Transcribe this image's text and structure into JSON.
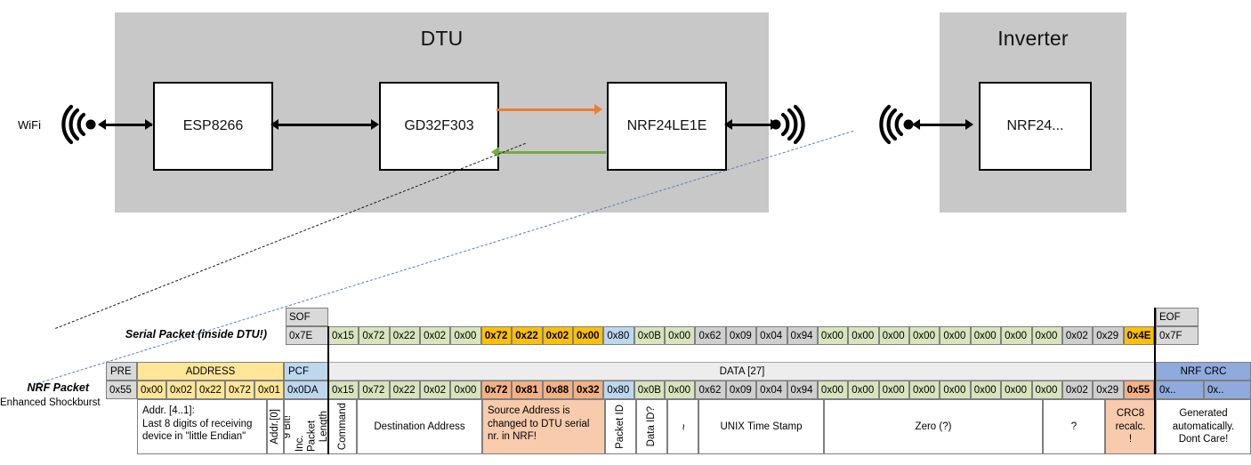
{
  "diagram": {
    "dtu": {
      "title": "DTU",
      "chips": [
        "ESP8266",
        "GD32F303",
        "NRF24LE1E"
      ]
    },
    "inverter": {
      "title": "Inverter",
      "chips": [
        "NRF24..."
      ]
    },
    "wifi_label": "WiFi",
    "colors": {
      "enclosure": "#c8c8c8",
      "orange_arrow": "#ED7D31",
      "green_arrow": "#70AD47",
      "black_arrow": "#000000",
      "blue_dashed": "#5B7FB9"
    }
  },
  "serial_packet": {
    "label": "Serial Packet (inside DTU!)",
    "header": {
      "sof": "SOF",
      "eof": "EOF"
    },
    "sof_value": "0x7E",
    "eof_value": "0x7F",
    "bytes": [
      {
        "v": "0x15",
        "c": "green"
      },
      {
        "v": "0x72",
        "c": "green"
      },
      {
        "v": "0x22",
        "c": "green"
      },
      {
        "v": "0x02",
        "c": "green"
      },
      {
        "v": "0x00",
        "c": "green"
      },
      {
        "v": "0x72",
        "c": "yellow",
        "b": true
      },
      {
        "v": "0x22",
        "c": "yellow",
        "b": true
      },
      {
        "v": "0x02",
        "c": "yellow",
        "b": true
      },
      {
        "v": "0x00",
        "c": "yellow",
        "b": true
      },
      {
        "v": "0x80",
        "c": "blue"
      },
      {
        "v": "0x0B",
        "c": "green"
      },
      {
        "v": "0x00",
        "c": "green"
      },
      {
        "v": "0x62",
        "c": "gray"
      },
      {
        "v": "0x09",
        "c": "gray"
      },
      {
        "v": "0x04",
        "c": "gray"
      },
      {
        "v": "0x94",
        "c": "gray"
      },
      {
        "v": "0x00",
        "c": "green"
      },
      {
        "v": "0x00",
        "c": "green"
      },
      {
        "v": "0x00",
        "c": "green"
      },
      {
        "v": "0x00",
        "c": "green"
      },
      {
        "v": "0x00",
        "c": "green"
      },
      {
        "v": "0x00",
        "c": "green"
      },
      {
        "v": "0x00",
        "c": "green"
      },
      {
        "v": "0x00",
        "c": "green"
      },
      {
        "v": "0x02",
        "c": "gray"
      },
      {
        "v": "0x29",
        "c": "gray"
      },
      {
        "v": "0x4E",
        "c": "yellow",
        "b": true
      }
    ]
  },
  "nrf_packet": {
    "label": "NRF Packet",
    "sublabel": "Enhanced Shockburst",
    "groups": {
      "pre": "PRE",
      "address": "ADDRESS",
      "pcf": "PCF",
      "data": "DATA [27]",
      "nrf_crc": "NRF CRC"
    },
    "pre_value": "0x55",
    "address_values": [
      "0x00",
      "0x02",
      "0x22",
      "0x72",
      "0x01"
    ],
    "pcf_value": "0x0DA",
    "crc_values": [
      "0x..",
      "0x.."
    ],
    "bytes": [
      {
        "v": "0x15",
        "c": "green"
      },
      {
        "v": "0x72",
        "c": "green"
      },
      {
        "v": "0x22",
        "c": "green"
      },
      {
        "v": "0x02",
        "c": "green"
      },
      {
        "v": "0x00",
        "c": "green"
      },
      {
        "v": "0x72",
        "c": "salmon",
        "b": true
      },
      {
        "v": "0x81",
        "c": "salmon",
        "b": true
      },
      {
        "v": "0x88",
        "c": "salmon",
        "b": true
      },
      {
        "v": "0x32",
        "c": "salmon",
        "b": true
      },
      {
        "v": "0x80",
        "c": "blue"
      },
      {
        "v": "0x0B",
        "c": "green"
      },
      {
        "v": "0x00",
        "c": "green"
      },
      {
        "v": "0x62",
        "c": "gray"
      },
      {
        "v": "0x09",
        "c": "gray"
      },
      {
        "v": "0x04",
        "c": "gray"
      },
      {
        "v": "0x94",
        "c": "gray"
      },
      {
        "v": "0x00",
        "c": "green"
      },
      {
        "v": "0x00",
        "c": "green"
      },
      {
        "v": "0x00",
        "c": "green"
      },
      {
        "v": "0x00",
        "c": "green"
      },
      {
        "v": "0x00",
        "c": "green"
      },
      {
        "v": "0x00",
        "c": "green"
      },
      {
        "v": "0x00",
        "c": "green"
      },
      {
        "v": "0x00",
        "c": "green"
      },
      {
        "v": "0x02",
        "c": "gray"
      },
      {
        "v": "0x29",
        "c": "gray"
      },
      {
        "v": "0x55",
        "c": "salmon",
        "b": true
      }
    ]
  },
  "descriptions": {
    "address": "Addr. [4..1]:\nLast 8 digits of receiving device in \"little Endian\"",
    "address_l1": "Addr. [4..1]:",
    "address_l2": "Last 8 digits of receiving",
    "address_l3": "device in \"little Endian\"",
    "addr0": "Addr.[0]",
    "pcf_l1": "9 Bit!",
    "pcf_l2": "Inc. Packet",
    "pcf_l3": "Length",
    "command": "Command",
    "destination_address": "Destination Address",
    "source_address_l1": "Source Address is",
    "source_address_l2": "changed to DTU serial",
    "source_address_l3": "nr. in NRF!",
    "packet_id": "Packet ID",
    "data_id": "Data ID?",
    "tilde": "~",
    "unix_time": "UNIX Time Stamp",
    "zero": "Zero (?)",
    "question": "?",
    "crc8_l1": "CRC8",
    "crc8_l2": "recalc.",
    "crc8_l3": "!",
    "generated_l1": "Generated",
    "generated_l2": "automatically.",
    "generated_l3": "Dont Care!"
  }
}
